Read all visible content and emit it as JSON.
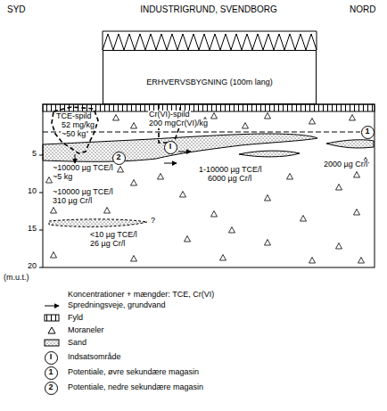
{
  "diagram": {
    "title": "INDUSTRIGRUND, SVENDBORG",
    "nodes": [
      {
        "text": [
          "ERHVERVSBYGNING (100m lang)"
        ]
      },
      {
        "text": [
          "I"
        ]
      },
      {
        "text": [
          "1"
        ]
      },
      {
        "text": [
          "2"
        ]
      },
      {
        "text": [
          "I"
        ]
      },
      {
        "text": [
          "1"
        ]
      },
      {
        "text": [
          "2"
        ]
      }
    ],
    "labels": [
      "SYD",
      "NORD",
      "TCE-spild",
      "52 mg/kg",
      "~50 kg",
      "Cr(VI)-spild",
      "200 mgCr(VI)/kg",
      "~10000 µg TCE/l",
      "~5 kg",
      "1-10000 µg TCE/l",
      "6000 µg Cr/l",
      "2000 µg Cr/l",
      "~10000 µg TCE/l",
      "310 µg Cr/l",
      "?",
      "<10 µg TCE/l",
      "26 µg Cr/l",
      "5",
      "10",
      "15",
      "20",
      "(m.u.t.)",
      "Koncentrationer + mængder: TCE, Cr(VI)"
    ],
    "legend": [
      {
        "text": "Spredningsveje, grundvand"
      },
      {
        "text": "Fyld"
      },
      {
        "text": "Moraneler"
      },
      {
        "text": "Sand"
      },
      {
        "text": "Indsatsområde"
      },
      {
        "text": "Potentiale, øvre sekundære magasin"
      },
      {
        "text": "Potentiale, nedre sekundære magasin"
      }
    ]
  }
}
